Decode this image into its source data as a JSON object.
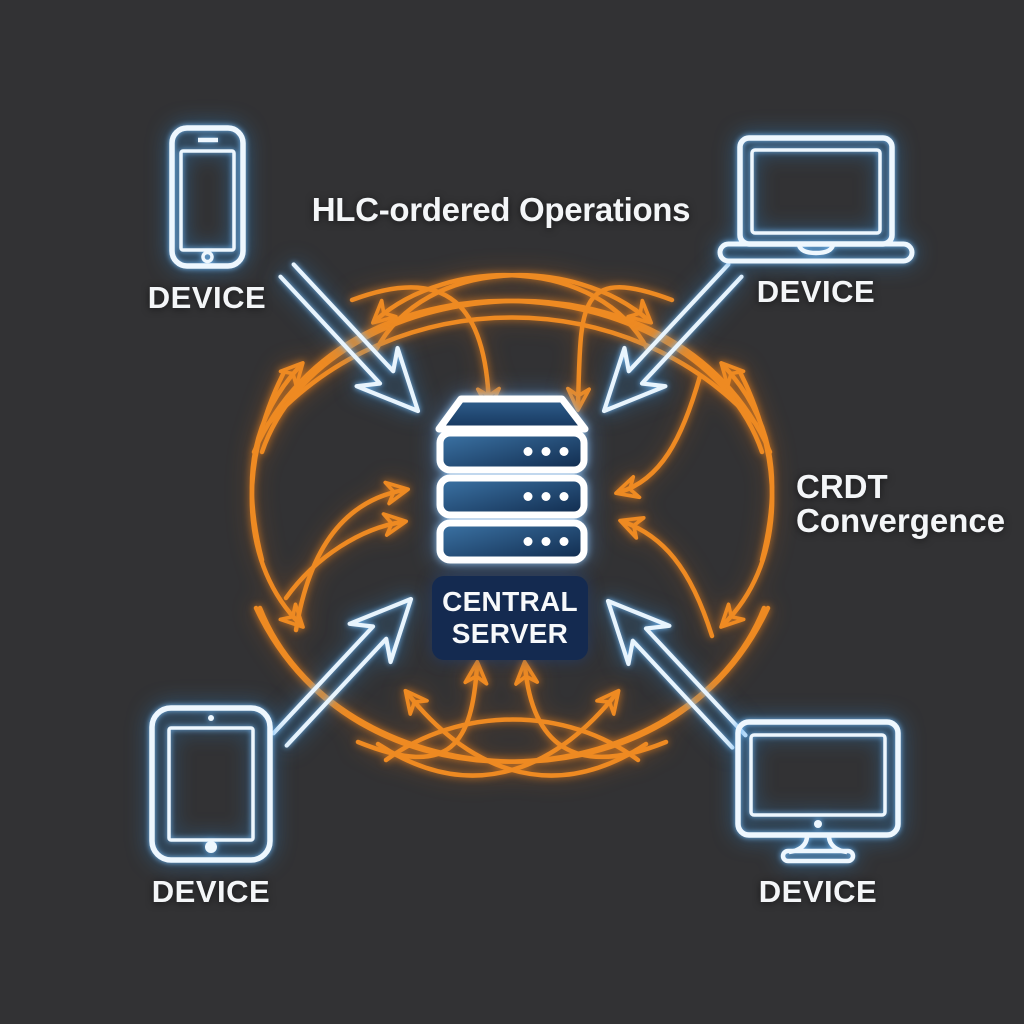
{
  "diagram": {
    "top_caption": "HLC-ordered Operations",
    "right_caption": {
      "line1": "CRDT",
      "line2": "Convergence"
    },
    "center_node": {
      "icon": "server-stack-icon",
      "label_line1": "CENTRAL",
      "label_line2": "SERVER"
    },
    "devices": [
      {
        "position": "top-left",
        "icon": "smartphone-icon",
        "label": "DEVICE"
      },
      {
        "position": "top-right",
        "icon": "laptop-icon",
        "label": "DEVICE"
      },
      {
        "position": "bottom-left",
        "icon": "tablet-icon",
        "label": "DEVICE"
      },
      {
        "position": "bottom-right",
        "icon": "desktop-monitor-icon",
        "label": "DEVICE"
      }
    ],
    "colors": {
      "background": "#323234",
      "neon_blue_core": "#eaf5fe",
      "neon_blue_glow": "#2f9bea",
      "neon_orange": "#ee8a22",
      "server_label_bg": "#142a50",
      "text": "#f4f6f8"
    }
  }
}
